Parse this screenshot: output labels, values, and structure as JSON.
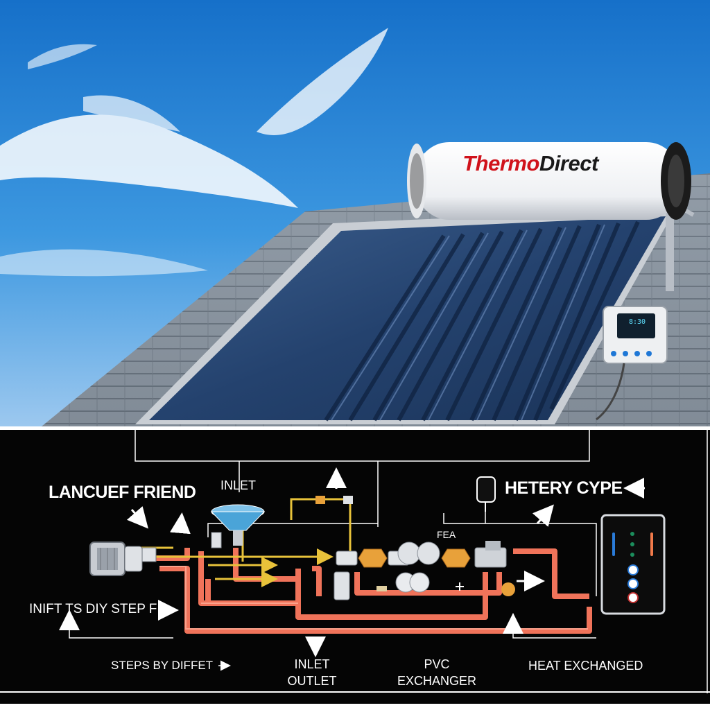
{
  "photo": {
    "brand": {
      "part1": "Thermo",
      "part2": "Direct"
    },
    "controller_screen": "8:30"
  },
  "diagram": {
    "labels": {
      "top_left": "LANCUEF FRIEND",
      "top_inlet": "INLET",
      "top_right": "HETERY CYPE",
      "fer": "FEA",
      "left_mid": "INIFT TS DIY STEP F",
      "bottom_left": "STEPS BY DIFFET",
      "bottom_center_inlet": "INLET",
      "bottom_center_outlet": "OUTLET",
      "bottom_pvc": "PVC",
      "bottom_exchanger": "EXCHANGER",
      "bottom_right": "HEAT EXCHANGED"
    },
    "icons": [
      "pump-icon",
      "funnel-tank-icon",
      "expansion-tank-icon",
      "valve-icon",
      "controller-cabinet-icon",
      "arrow-icon",
      "plus-icon"
    ],
    "colors": {
      "background": "#050505",
      "hot_pipe": "#f0735a",
      "feed_pipe": "#e8c23a",
      "wire": "#ffffff",
      "brand_red": "#d0121b"
    }
  }
}
